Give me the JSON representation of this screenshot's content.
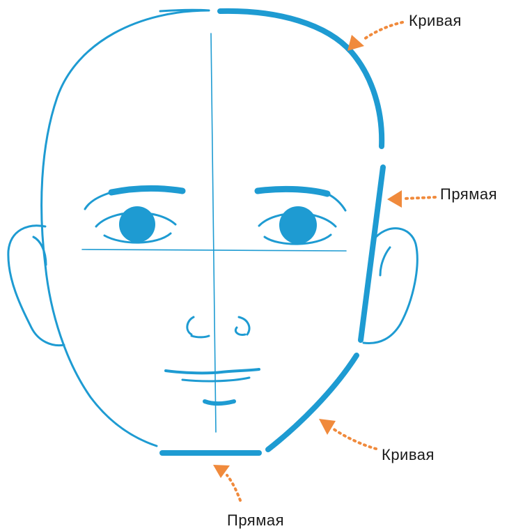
{
  "annotations": [
    {
      "id": "curve-top",
      "text": "Кривая"
    },
    {
      "id": "straight-side",
      "text": "Прямая"
    },
    {
      "id": "curve-jaw",
      "text": "Кривая"
    },
    {
      "id": "straight-chin",
      "text": "Прямая"
    }
  ],
  "colors": {
    "sketch": "#1e9bd2",
    "arrow": "#f08a3c",
    "text": "#1a1a1a",
    "background": "#ffffff"
  },
  "icons": [
    "face-outline-sketch",
    "arrow-icon"
  ]
}
